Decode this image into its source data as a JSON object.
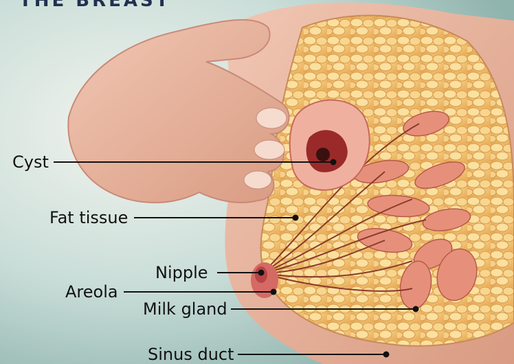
{
  "title": "THE BREAST",
  "labels": {
    "cyst": "Cyst",
    "fat_tissue": "Fat tissue",
    "nipple": "Nipple",
    "areola": "Areola",
    "milk_gland": "Milk gland",
    "sinus_duct": "Sinus duct"
  },
  "colors": {
    "background": "#c8dcd8",
    "skin": "#e8b39c",
    "fat": "#f2c46a",
    "gland": "#e58f7a",
    "leader_line": "#111111"
  }
}
